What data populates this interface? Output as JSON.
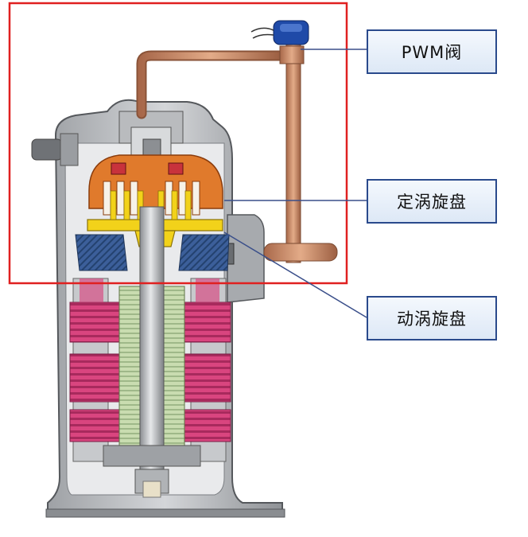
{
  "labels": {
    "pwm_valve": "PWM阀",
    "fixed_scroll": "定涡旋盘",
    "orbiting_scroll": "动涡旋盘"
  },
  "colors": {
    "highlight_frame": "#e02020",
    "callout_border": "#2a4a8c",
    "callout_line": "#3a4f8a",
    "shell": "#b7b9bc",
    "fixed_scroll": "#e07a2c",
    "orbiting_scroll": "#f2d21a",
    "stator_windings": "#d9457f",
    "rotor": "#c9dcb0",
    "copper_pipe": "#c98660",
    "valve_coil": "#1f4aa8"
  }
}
